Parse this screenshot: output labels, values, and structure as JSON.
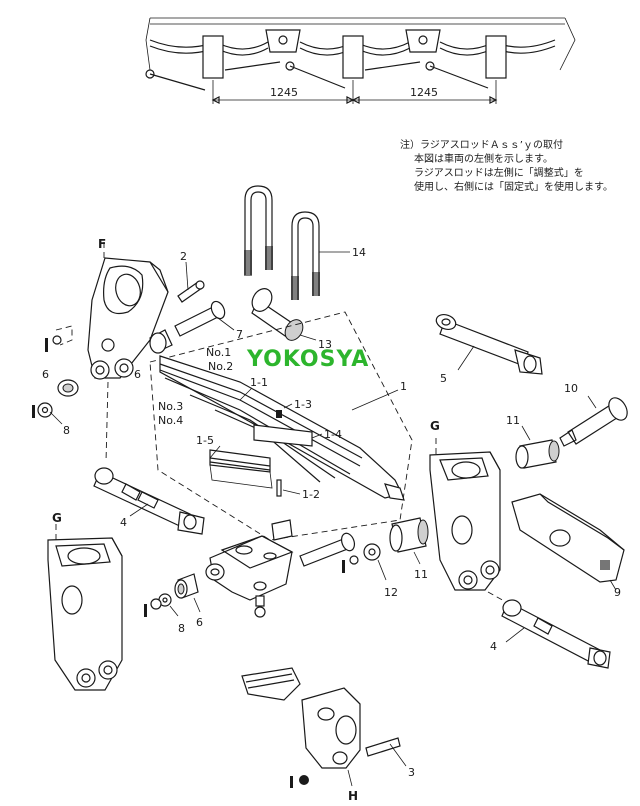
{
  "watermark": "YOKOSYA",
  "note": {
    "line1": "注）ラジアスロッドＡｓｓ’ｙの取付",
    "line2": "本図は車両の左側を示します。",
    "line3": "ラジアスロッドは左側に「調整式」を",
    "line4": "使用し、右側には「固定式」を使用します。"
  },
  "dimensions": {
    "left": "1245",
    "right": "1245"
  },
  "leaf_labels": {
    "no1": "No.1",
    "no2": "No.2",
    "no3": "No.3",
    "no4": "No.4"
  },
  "callouts": {
    "c1": "1",
    "c1_1": "1-1",
    "c1_2": "1-2",
    "c1_3": "1-3",
    "c1_4": "1-4",
    "c1_5": "1-5",
    "c2": "2",
    "c3": "3",
    "c4a": "4",
    "c4b": "4",
    "c5": "5",
    "c6a": "6",
    "c6b": "6",
    "c6c": "6",
    "c7": "7",
    "c8a": "8",
    "c8b": "8",
    "c9": "9",
    "c10": "10",
    "c11a": "11",
    "c11b": "11",
    "c12": "12",
    "c13": "13",
    "c14": "14",
    "F": "F",
    "Ga": "G",
    "Gb": "G",
    "H": "H"
  }
}
